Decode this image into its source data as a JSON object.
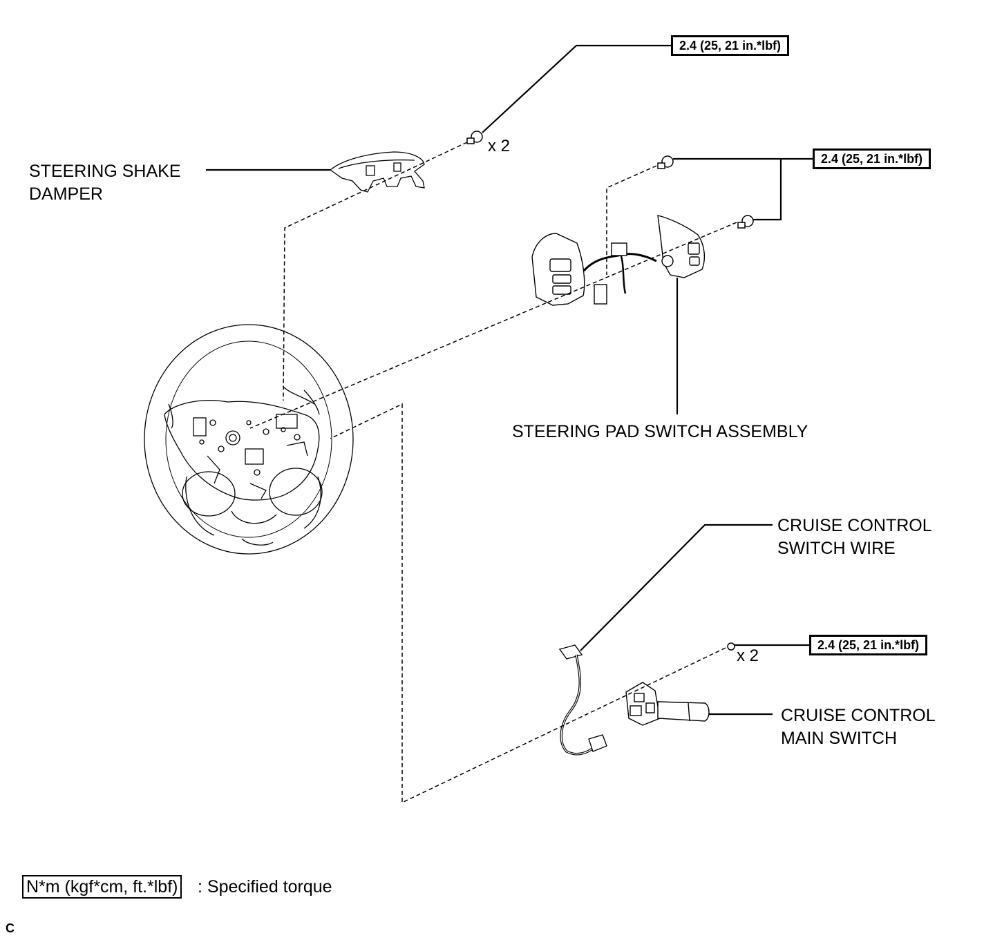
{
  "labels": {
    "steering_shake_damper_1": "STEERING SHAKE",
    "steering_shake_damper_2": "DAMPER",
    "steering_pad_switch": "STEERING PAD SWITCH ASSEMBLY",
    "cruise_wire_1": "CRUISE CONTROL",
    "cruise_wire_2": "SWITCH WIRE",
    "cruise_main_1": "CRUISE CONTROL",
    "cruise_main_2": "MAIN SWITCH"
  },
  "torque_boxes": {
    "damper": "2.4 (25, 21 in.*lbf)",
    "pad_switch": "2.4 (25, 21 in.*lbf)",
    "main_switch": "2.4 (25, 21 in.*lbf)"
  },
  "quantities": {
    "damper_screws": "x 2",
    "main_switch_screws": "x 2"
  },
  "legend": {
    "unit": "N*m (kgf*cm, ft.*lbf)",
    "meaning": ": Specified torque"
  },
  "figure_code": "C"
}
